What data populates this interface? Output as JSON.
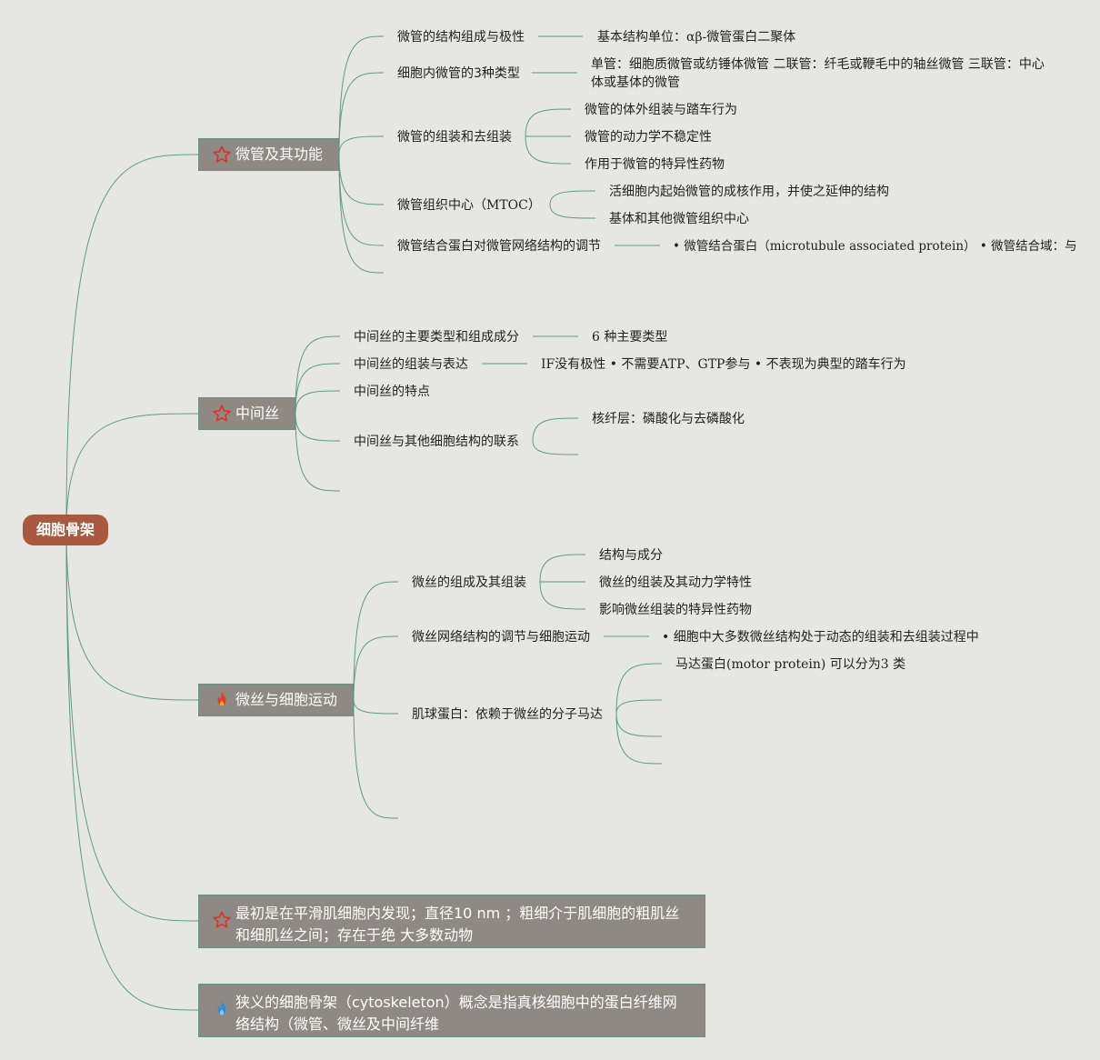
{
  "root": {
    "label": "细胞骨架"
  },
  "branches": {
    "microtubule": {
      "title": "微管及其功能",
      "icon": "star-outline-icon",
      "items": {
        "structure": {
          "label": "微管的结构组成与极性",
          "detail": "基本结构单位：αβ-微管蛋白二聚体"
        },
        "types": {
          "label": "细胞内微管的3种类型",
          "detail": "单管：细胞质微管或纺锤体微管 二联管：纤毛或鞭毛中的轴丝微管 三联管：中心体或基体的微管"
        },
        "assembly": {
          "label": "微管的组装和去组装",
          "children": [
            "微管的体外组装与踏车行为",
            "微管的动力学不稳定性",
            "作用于微管的特异性药物"
          ]
        },
        "mtoc": {
          "label": "微管组织中心（MTOC）",
          "children": [
            "活细胞内起始微管的成核作用，并使之延伸的结构",
            "基体和其他微管组织中心"
          ]
        },
        "map": {
          "label": "微管结合蛋白对微管网络结构的调节",
          "detail": "• 微管结合蛋白（microtubule associated protein） • 微管结合域：与"
        }
      }
    },
    "intermediate": {
      "title": "中间丝",
      "icon": "star-outline-icon",
      "items": {
        "types": {
          "label": "中间丝的主要类型和组成成分",
          "detail": "6 种主要类型"
        },
        "assembly": {
          "label": "中间丝的组装与表达",
          "detail": "IF没有极性 • 不需要ATP、GTP参与 • 不表现为典型的踏车行为"
        },
        "features": {
          "label": "中间丝的特点"
        },
        "relation": {
          "label": "中间丝与其他细胞结构的联系",
          "children": [
            "核纤层：磷酸化与去磷酸化"
          ]
        }
      }
    },
    "microfilament": {
      "title": "微丝与细胞运动",
      "icon": "fire-red-icon",
      "items": {
        "composition": {
          "label": "微丝的组成及其组装",
          "children": [
            "结构与成分",
            "微丝的组装及其动力学特性",
            "影响微丝组装的特异性药物"
          ]
        },
        "network": {
          "label": "微丝网络结构的调节与细胞运动",
          "detail": "• 细胞中大多数微丝结构处于动态的组装和去组装过程中"
        },
        "myosin": {
          "label": "肌球蛋白：依赖于微丝的分子马达",
          "children": [
            "马达蛋白(motor protein) 可以分为3 类"
          ]
        }
      }
    },
    "note_smooth": {
      "icon": "star-outline-icon",
      "text": "最初是在平滑肌细胞内发现；直径10 nm ；粗细介于肌细胞的粗肌丝和细肌丝之间；存在于绝 大多数动物"
    },
    "note_definition": {
      "icon": "fire-blue-icon",
      "text": "狭义的细胞骨架（cytoskeleton）概念是指真核细胞中的蛋白纤维网络结构（微管、微丝及中间纤维"
    }
  },
  "colors": {
    "background": "#e6e6e3",
    "root": "#a85a40",
    "topic_box": "#8e8a83",
    "link": "#5f9a88",
    "star": "#e0302a",
    "fire_red": "#e63a1e",
    "fire_blue": "#2a8ee0"
  }
}
